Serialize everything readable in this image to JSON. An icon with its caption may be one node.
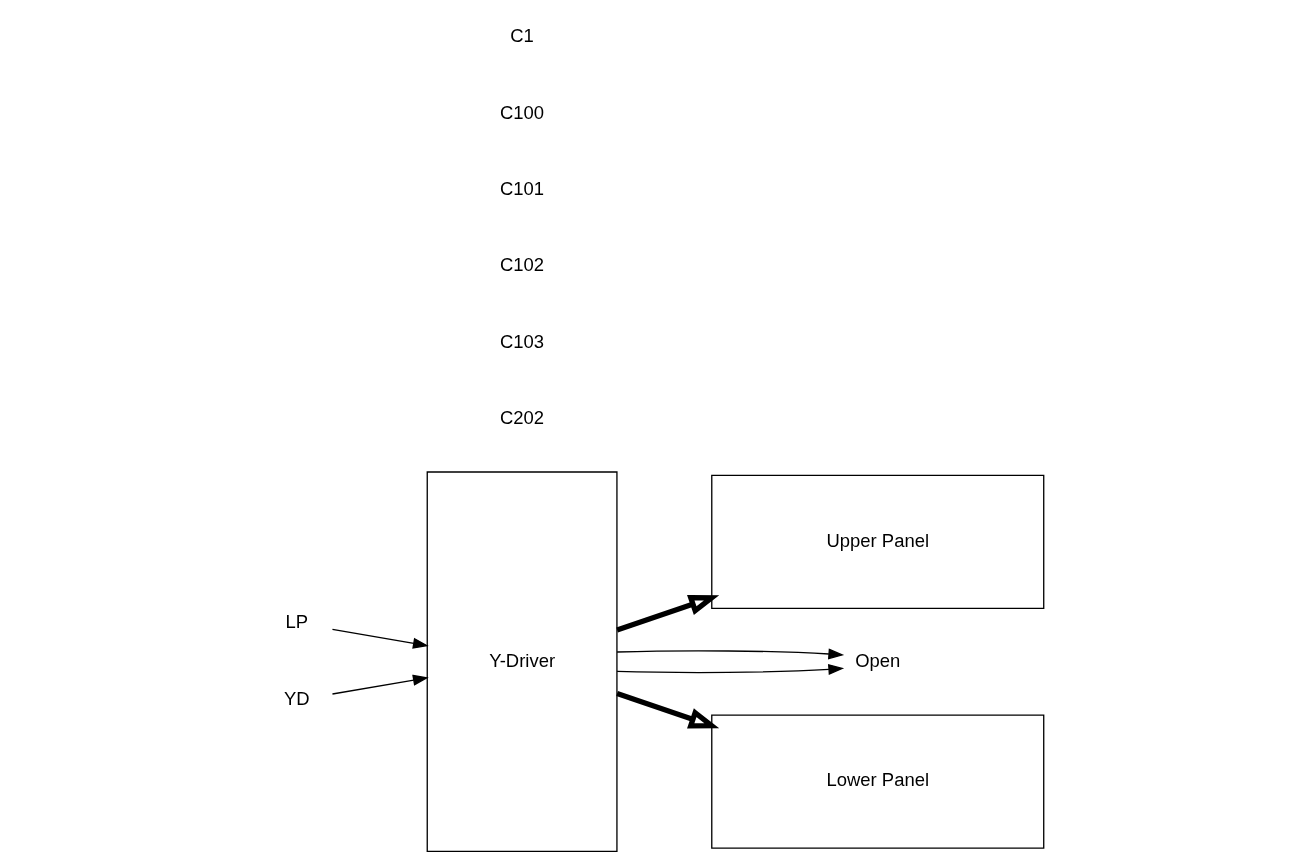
{
  "diagram": {
    "nodes": [
      {
        "text": [
          "LP"
        ]
      },
      {
        "text": [
          "YD"
        ]
      },
      {
        "text": [
          "Y-Driver"
        ]
      },
      {
        "text": [
          "Upper Panel"
        ]
      },
      {
        "text": [
          "Open"
        ]
      },
      {
        "text": [
          "Lower Panel"
        ]
      }
    ],
    "edges": [
      {
        "from": 0,
        "to": 2,
        "arrow": "to"
      },
      {
        "from": 1,
        "to": 2,
        "arrow": "to"
      },
      {
        "from": 2,
        "to": 3,
        "arrow": "to",
        "style": "thick"
      },
      {
        "from": 2,
        "to": 4,
        "arrow": "to"
      },
      {
        "from": 2,
        "to": 4,
        "arrow": "to"
      },
      {
        "from": 2,
        "to": 5,
        "arrow": "to",
        "style": "thick"
      }
    ],
    "labels": [
      "C1",
      "C100",
      "C101",
      "C102",
      "C103",
      "C202"
    ]
  }
}
